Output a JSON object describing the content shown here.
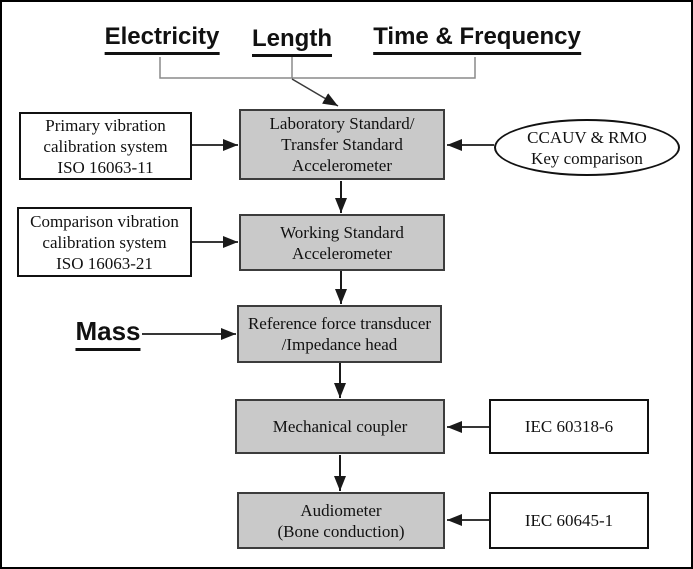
{
  "headers": {
    "electricity": "Electricity",
    "length": "Length",
    "time_frequency": "Time & Frequency"
  },
  "mass": {
    "label": "Mass"
  },
  "chain": [
    {
      "id": "laboratory-standard",
      "lines": [
        "Laboratory Standard/",
        "Transfer Standard",
        "Accelerometer"
      ]
    },
    {
      "id": "working-standard",
      "lines": [
        "Working Standard",
        "Accelerometer"
      ]
    },
    {
      "id": "reference-force-transducer",
      "lines": [
        "Reference force transducer",
        "/Impedance head"
      ]
    },
    {
      "id": "mechanical-coupler",
      "lines": [
        "Mechanical coupler"
      ]
    },
    {
      "id": "audiometer",
      "lines": [
        "Audiometer",
        "(Bone conduction)"
      ]
    }
  ],
  "inputs": [
    {
      "id": "primary-vibration",
      "lines": [
        "Primary vibration",
        "calibration system",
        "ISO 16063-11"
      ]
    },
    {
      "id": "comparison-vibration",
      "lines": [
        "Comparison vibration",
        "calibration system",
        "ISO 16063-21"
      ]
    },
    {
      "id": "iec-60318-6",
      "lines": [
        "IEC 60318-6"
      ]
    },
    {
      "id": "iec-60645-1",
      "lines": [
        "IEC 60645-1"
      ]
    }
  ],
  "ellipse": {
    "lines": [
      "CCAUV & RMO",
      "Key comparison"
    ]
  },
  "colors": {
    "node_fill": "#c9c9c9",
    "node_border": "#3c3c3c",
    "box_border": "#111111",
    "arrow": "#1a1a1a",
    "bracket": "#8a8a8a"
  }
}
